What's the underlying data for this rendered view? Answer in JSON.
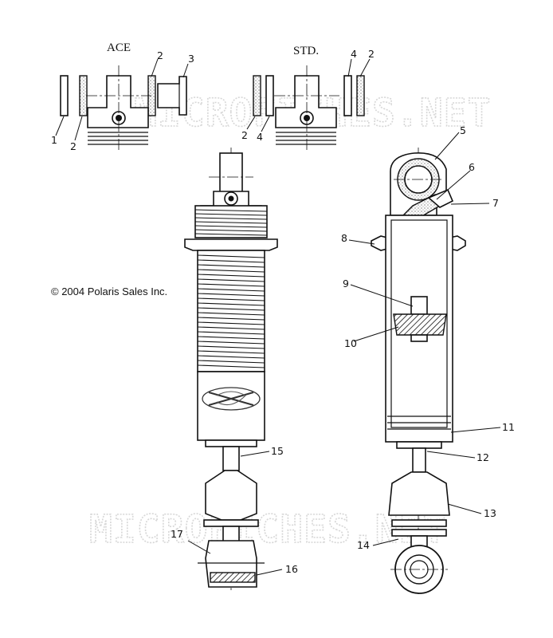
{
  "headers": {
    "ace": "ACE",
    "std": "STD."
  },
  "copyright": "© 2004 Polaris Sales Inc.",
  "watermark": {
    "top": "MICROFICHES.NET",
    "bottom": "MICROFICHES.NET"
  },
  "callouts": {
    "c1": "1",
    "c2a": "2",
    "c2b": "2",
    "c3": "3",
    "c2c": "2",
    "c4a": "4",
    "c4b": "4",
    "c2d": "2",
    "c5": "5",
    "c6": "6",
    "c7": "7",
    "c8": "8",
    "c9": "9",
    "c10": "10",
    "c11": "11",
    "c12": "12",
    "c13": "13",
    "c14": "14",
    "c15": "15",
    "c16": "16",
    "c17": "17"
  },
  "colors": {
    "line": "#111111",
    "watermark": "#d7d7d7",
    "background": "#ffffff"
  }
}
